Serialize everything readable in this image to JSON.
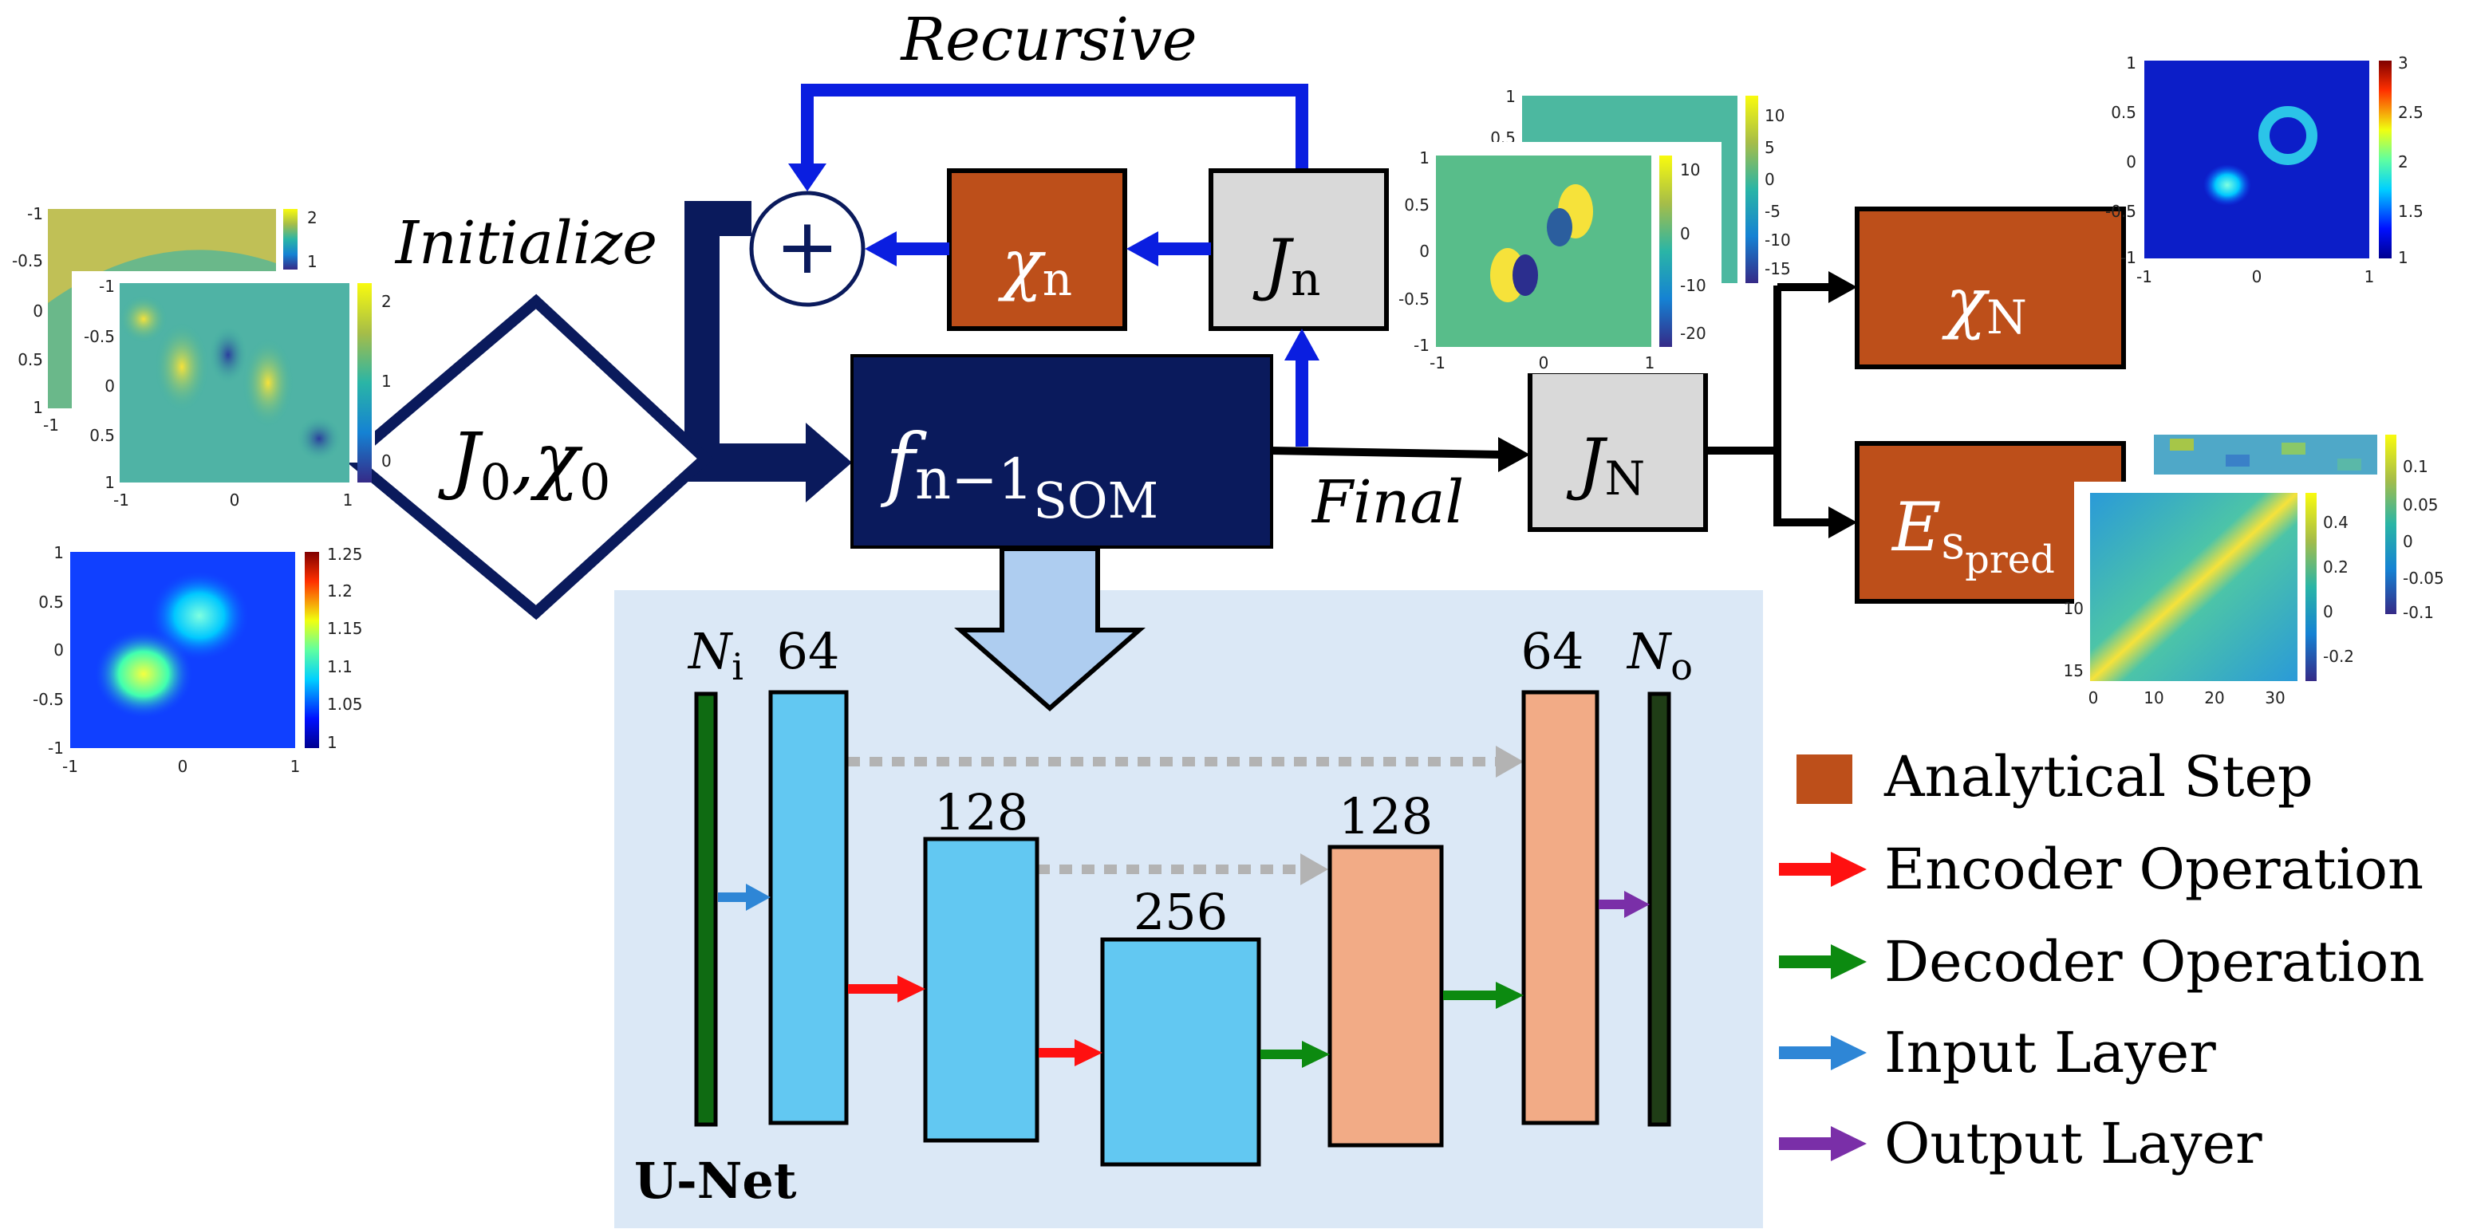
{
  "labels": {
    "recursive": "Recursive",
    "initialize": "Initialize",
    "final": "Final",
    "init_node_main": "J",
    "init_node_sub0": "0",
    "init_node_sep": ",χ",
    "init_node_sub1": "0",
    "chi_n_main": "χ",
    "chi_n_sub": "n",
    "j_n_main": "J",
    "j_n_sub": "n",
    "f_main": "f",
    "f_sub": "n−1",
    "f_subsub": "SOM",
    "j_N_main": "J",
    "j_N_sub": "N",
    "chi_N_main": "χ",
    "chi_N_sub": "N",
    "e_main": "E",
    "e_sub": "s",
    "e_subsub": "pred",
    "plus": "+"
  },
  "unet": {
    "title": "U-Net",
    "ni_main": "N",
    "ni_sub": "i",
    "no_main": "N",
    "no_sub": "o",
    "enc1": "64",
    "enc2": "128",
    "bottleneck": "256",
    "dec2": "128",
    "dec1": "64"
  },
  "legend": [
    {
      "label": "Analytical Step",
      "color": "#bd4f1a"
    },
    {
      "label": "Encoder Operation",
      "color": "#ff1010"
    },
    {
      "label": "Decoder Operation",
      "color": "#0c8a10"
    },
    {
      "label": "Input Layer",
      "color": "#2e86d6"
    },
    {
      "label": "Output Layer",
      "color": "#7a2fa8"
    }
  ],
  "plots": {
    "left_back": {
      "y_ticks": [
        "-1",
        "-0.5",
        "0",
        "0.5",
        "1"
      ],
      "cbar_ticks": [
        "2",
        "1"
      ],
      "x_ticks": [
        "-1"
      ]
    },
    "left_front": {
      "y_ticks": [
        "-1",
        "-0.5",
        "0",
        "0.5",
        "1"
      ],
      "x_ticks": [
        "-1",
        "0",
        "1"
      ],
      "cbar_ticks": [
        "2",
        "1",
        "0"
      ]
    },
    "left_bottom": {
      "y_ticks": [
        "1",
        "0.5",
        "0",
        "-0.5",
        "-1"
      ],
      "x_ticks": [
        "-1",
        "0",
        "1"
      ],
      "cbar_ticks": [
        "1.25",
        "1.2",
        "1.15",
        "1.1",
        "1.05",
        "1"
      ]
    },
    "mid_back": {
      "y_ticks": [
        "1",
        "0.5"
      ],
      "cbar_ticks": [
        "10",
        "5",
        "0",
        "-5",
        "-10",
        "-15"
      ]
    },
    "mid_front": {
      "y_ticks": [
        "1",
        "0.5",
        "0",
        "-0.5",
        "-1"
      ],
      "x_ticks": [
        "-1",
        "0",
        "1"
      ],
      "cbar_ticks": [
        "10",
        "0",
        "-10",
        "-20"
      ]
    },
    "right_top": {
      "y_ticks": [
        "1",
        "0.5",
        "0",
        "-0.5",
        "-1"
      ],
      "x_ticks": [
        "-1",
        "0",
        "1"
      ],
      "cbar_ticks": [
        "3",
        "2.5",
        "2",
        "1.5",
        "1"
      ]
    },
    "right_bottom": {
      "y_ticks": [
        "10",
        "15"
      ],
      "x_ticks": [
        "0",
        "10",
        "20",
        "30"
      ],
      "cbar_ticks": [
        "0.4",
        "0.2",
        "0",
        "-0.2"
      ],
      "back_cbar_ticks": [
        "0.1",
        "0.05",
        "0",
        "-0.05",
        "-0.1"
      ]
    }
  },
  "colors": {
    "navy": "#0a1a5c",
    "blue_arrow": "#0a1ee0",
    "analytical": "#bd4f1a",
    "gray_box": "#d9d9d9",
    "encoder_block": "#62c8f2",
    "decoder_block": "#f2ab86",
    "unet_bg": "#dbe8f6"
  }
}
